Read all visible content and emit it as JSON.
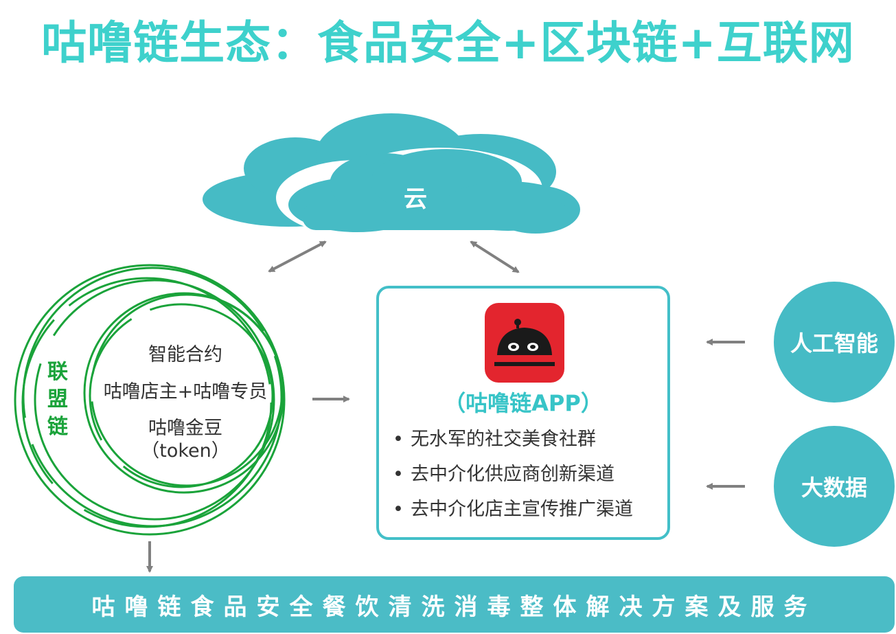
{
  "title": "咕噜链生态：食品安全+区块链+互联网",
  "cloud": {
    "label": "云"
  },
  "alliance_chain": {
    "label": "联盟链",
    "inner_lines": [
      "智能合约",
      "咕噜店主+咕噜专员",
      "咕噜金豆",
      "（token）"
    ]
  },
  "app": {
    "icon": "cloche-app-icon",
    "name": "（咕噜链APP）",
    "features": [
      "无水军的社交美食社群",
      "去中介化供应商创新渠道",
      "去中介化店主宣传推广渠道"
    ]
  },
  "side_nodes": [
    "人工智能",
    "大数据"
  ],
  "bottom_bar": "咕噜链食品安全餐饮清洗消毒整体解决方案及服务",
  "colors": {
    "title": "#3ed1cc",
    "teal": "#46bbc5",
    "green_ring": "#1aa33a",
    "app_red": "#e3252e",
    "arrow_gray": "#808080"
  }
}
